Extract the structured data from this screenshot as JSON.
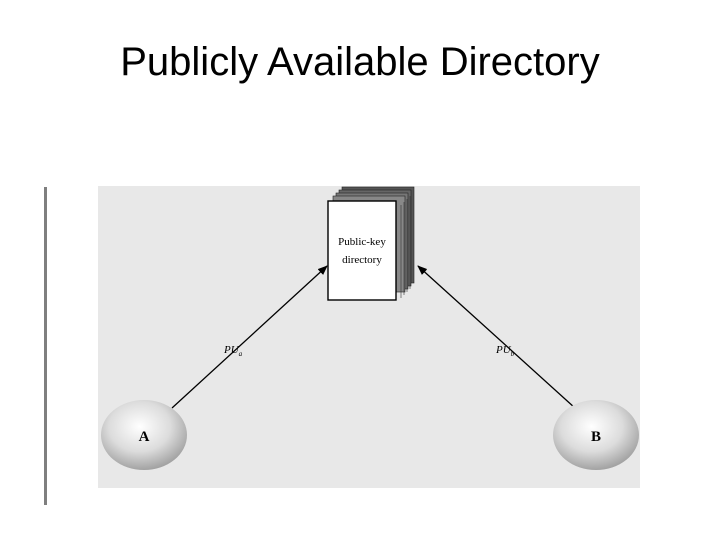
{
  "slide": {
    "title": "Publicly Available Directory"
  },
  "diagram": {
    "directory": {
      "line1": "Public-key",
      "line2": "directory"
    },
    "nodes": {
      "a": "A",
      "b": "B"
    },
    "edges": {
      "a_to_directory": {
        "base": "PU",
        "subscript": "a"
      },
      "b_to_directory": {
        "base": "PU",
        "subscript": "b"
      }
    }
  },
  "colors": {
    "panel": "#e8e8e8",
    "accent_bar": "#7f7f7f",
    "arrow": "#000000"
  }
}
